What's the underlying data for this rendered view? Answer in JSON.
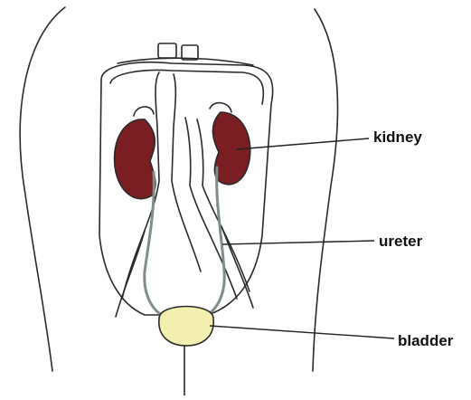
{
  "labels": {
    "kidney": "kidney",
    "ureter": "ureter",
    "bladder": "bladder"
  },
  "colors": {
    "kidney": "#7a1e24",
    "bladder": "#f3efb0",
    "outline": "#2a2a2a",
    "ureter": "#7f8f87"
  }
}
